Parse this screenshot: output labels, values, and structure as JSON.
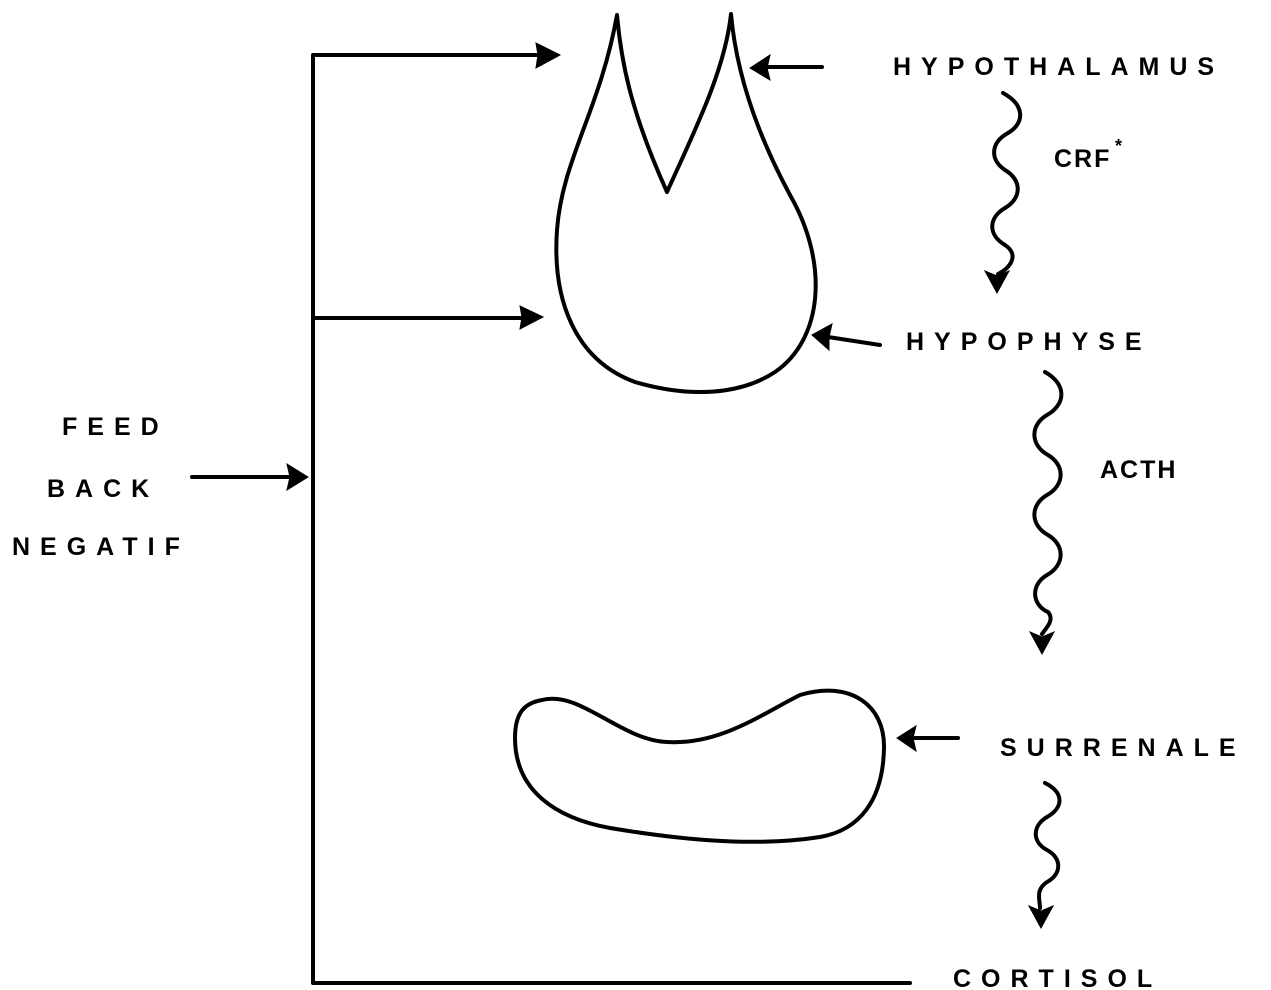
{
  "diagram": {
    "labels": {
      "hypothalamus": "HYPOTHALAMUS",
      "crf": "CRF",
      "crf_mark": "*",
      "hypophyse": "HYPOPHYSE",
      "acth": "ACTH",
      "surrenale": "SURRENALE",
      "cortisol": "CORTISOL",
      "feed": "FEED",
      "back": "BACK",
      "negatif": "NEGATIF"
    },
    "colors": {
      "ink": "#000000",
      "background": "#ffffff"
    }
  }
}
